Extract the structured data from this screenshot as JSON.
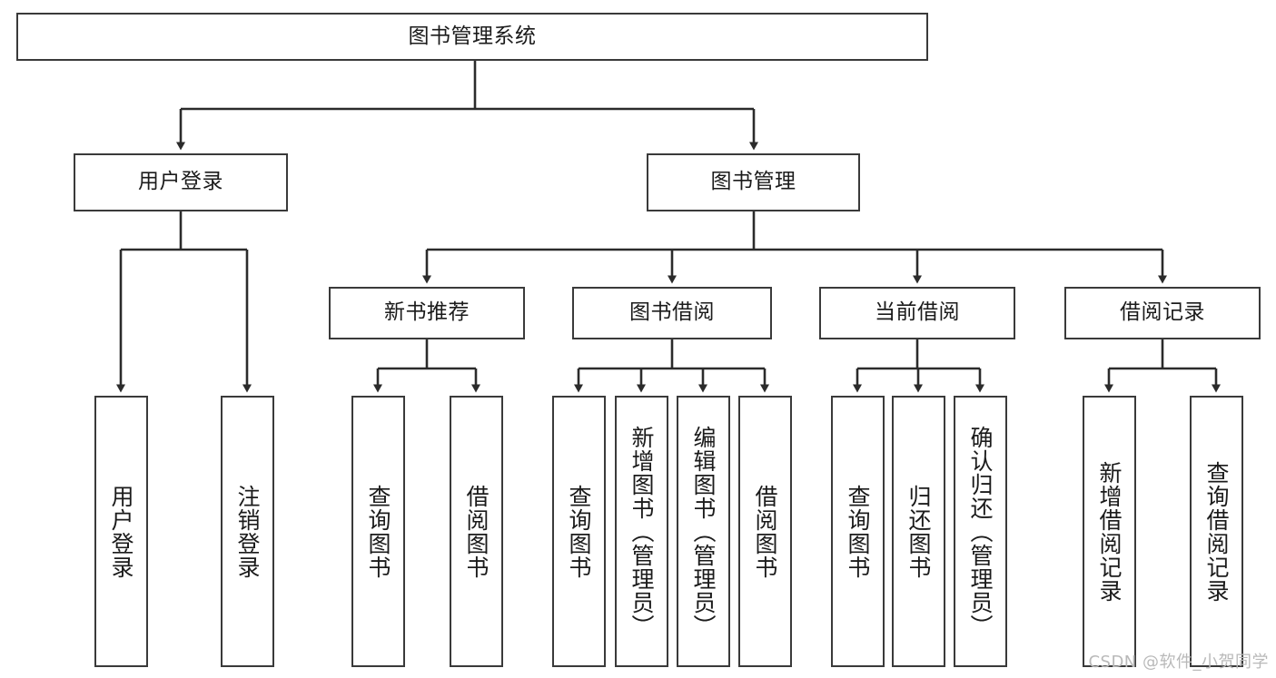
{
  "diagram": {
    "title": "图书管理系统",
    "type": "tree-hierarchy",
    "watermark": "CSDN @软件_小贺同学",
    "colors": {
      "box_border": "#3a3a3a",
      "box_fill": "#ffffff",
      "edge": "#2b2b2b",
      "text": "#1b1b1b",
      "watermark": "#b9b9b9",
      "background": "#ffffff"
    },
    "nodes": {
      "root": {
        "label": "图书管理系统"
      },
      "level2": [
        {
          "id": "user-login",
          "label": "用户登录"
        },
        {
          "id": "book-manage",
          "label": "图书管理"
        }
      ],
      "level3": [
        {
          "id": "new-book-recommend",
          "label": "新书推荐"
        },
        {
          "id": "book-borrow",
          "label": "图书借阅"
        },
        {
          "id": "current-borrow",
          "label": "当前借阅"
        },
        {
          "id": "borrow-record",
          "label": "借阅记录"
        }
      ],
      "leaves": {
        "user-login": [
          {
            "id": "leaf-user-login",
            "label": "用户登录"
          },
          {
            "id": "leaf-user-logout",
            "label": "注销登录"
          }
        ],
        "new-book-recommend": [
          {
            "id": "leaf-query-book-1",
            "label": "查询图书"
          },
          {
            "id": "leaf-borrow-book-1",
            "label": "借阅图书"
          }
        ],
        "book-borrow": [
          {
            "id": "leaf-query-book-2",
            "label": "查询图书"
          },
          {
            "id": "leaf-add-book",
            "label": "新增图书（管理员）"
          },
          {
            "id": "leaf-edit-book",
            "label": "编辑图书（管理员）"
          },
          {
            "id": "leaf-borrow-book-2",
            "label": "借阅图书"
          }
        ],
        "current-borrow": [
          {
            "id": "leaf-query-book-3",
            "label": "查询图书"
          },
          {
            "id": "leaf-return-book",
            "label": "归还图书"
          },
          {
            "id": "leaf-confirm-return",
            "label": "确认归还（管理员）"
          }
        ],
        "borrow-record": [
          {
            "id": "leaf-add-record",
            "label": "新增借阅记录"
          },
          {
            "id": "leaf-query-record",
            "label": "查询借阅记录"
          }
        ]
      }
    }
  }
}
